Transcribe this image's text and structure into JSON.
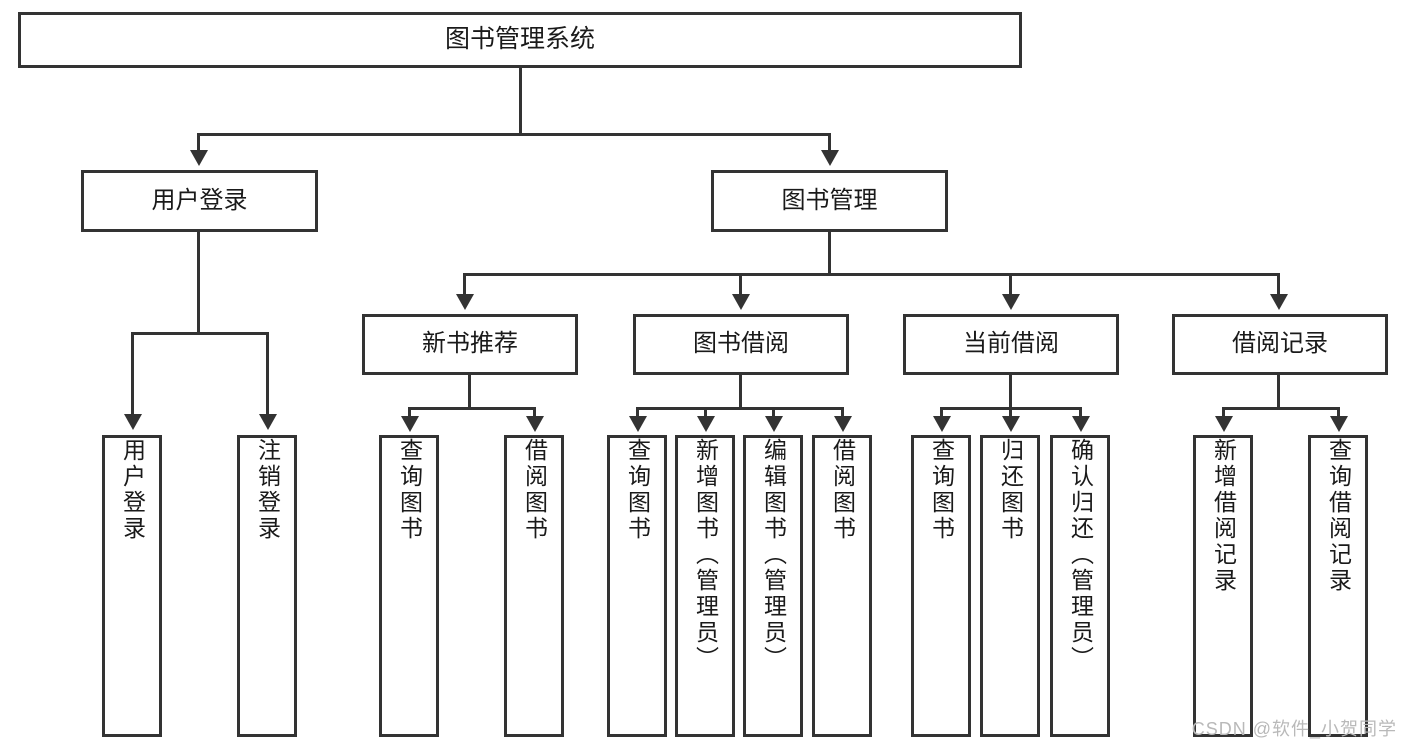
{
  "diagram": {
    "title": "图书管理系统",
    "type": "tree-hierarchy",
    "root": {
      "label": "图书管理系统"
    },
    "level2": [
      {
        "label": "用户登录"
      },
      {
        "label": "图书管理"
      }
    ],
    "level3": [
      {
        "label": "新书推荐"
      },
      {
        "label": "图书借阅"
      },
      {
        "label": "当前借阅"
      },
      {
        "label": "借阅记录"
      }
    ],
    "leaves": {
      "user_login": [
        {
          "label": "用户登录"
        },
        {
          "label": "注销登录"
        }
      ],
      "new_book_recommend": [
        {
          "label": "查询图书"
        },
        {
          "label": "借阅图书"
        }
      ],
      "book_borrow": [
        {
          "label": "查询图书"
        },
        {
          "label": "新增图书（管理员）"
        },
        {
          "label": "编辑图书（管理员）"
        },
        {
          "label": "借阅图书"
        }
      ],
      "current_borrow": [
        {
          "label": "查询图书"
        },
        {
          "label": "归还图书"
        },
        {
          "label": "确认归还（管理员）"
        }
      ],
      "borrow_record": [
        {
          "label": "新增借阅记录"
        },
        {
          "label": "查询借阅记录"
        }
      ]
    }
  },
  "watermark": {
    "text": "CSDN @软件_小贺同学"
  },
  "colors": {
    "stroke": "#333333",
    "text": "#1a1a1a",
    "background": "#ffffff",
    "watermark": "#b9b9b9"
  }
}
